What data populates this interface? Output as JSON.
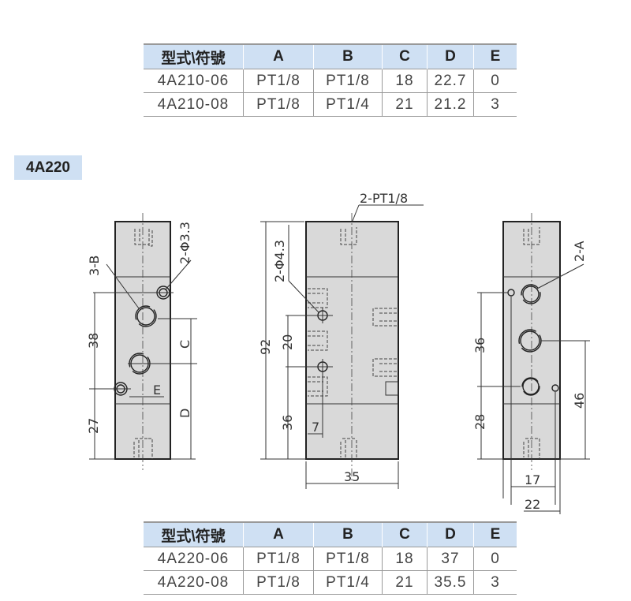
{
  "table_headers": [
    "型式\\符號",
    "A",
    "B",
    "C",
    "D",
    "E"
  ],
  "table_4a210": [
    [
      "4A210-06",
      "PT1/8",
      "PT1/8",
      "18",
      "22.7",
      "0"
    ],
    [
      "4A210-08",
      "PT1/8",
      "PT1/4",
      "21",
      "21.2",
      "3"
    ]
  ],
  "section_title": "4A220",
  "drawing": {
    "port_label": "2-PT1/8",
    "left": {
      "ports": "3-B",
      "holes": "2-Φ3.3",
      "dim_38": "38",
      "dim_27": "27",
      "dim_c": "C",
      "dim_d": "D",
      "dim_e": "E"
    },
    "center": {
      "holes": "2-Φ4.3",
      "dim_92": "92",
      "dim_20": "20",
      "dim_36": "36",
      "dim_7": "7",
      "dim_35": "35"
    },
    "right": {
      "ports": "2-A",
      "dim_36": "36",
      "dim_28": "28",
      "dim_46": "46",
      "dim_17": "17",
      "dim_22": "22"
    }
  },
  "table_4a220": [
    [
      "4A220-06",
      "PT1/8",
      "PT1/8",
      "18",
      "37",
      "0"
    ],
    [
      "4A220-08",
      "PT1/8",
      "PT1/4",
      "21",
      "35.5",
      "3"
    ]
  ]
}
